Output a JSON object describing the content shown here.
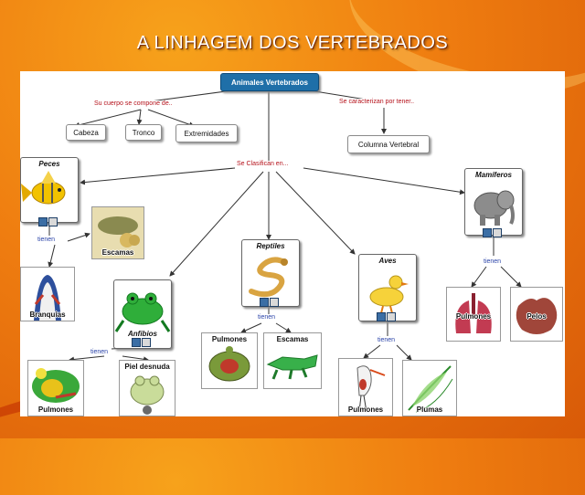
{
  "slide": {
    "title": "A LINHAGEM DOS VERTEBRADOS"
  },
  "map": {
    "root": "Animales Vertebrados",
    "links": {
      "compone": "Su cuerpo se compone de..",
      "caracterizan": "Se caracterizan por tener..",
      "clasifican": "Se Clasifican en...",
      "tienen": "tienen"
    },
    "parts": [
      "Cabeza",
      "Tronco",
      "Extremidades"
    ],
    "trait": "Columna Vertebral",
    "groups": {
      "peces": {
        "name": "Peces",
        "items": [
          "Escamas",
          "Branquias"
        ]
      },
      "anfibios": {
        "name": "Anfibios",
        "items": [
          "Pulmones",
          "Piel desnuda"
        ]
      },
      "reptiles": {
        "name": "Reptiles",
        "items": [
          "Pulmones",
          "Escamas"
        ]
      },
      "aves": {
        "name": "Aves",
        "items": [
          "Pulmones",
          "Plumas"
        ]
      },
      "mamiferos": {
        "name": "Mamíferos",
        "items": [
          "Pulmones",
          "Pelos"
        ]
      }
    }
  },
  "colors": {
    "root": "#1f6fa8",
    "link_red": "#b5121b",
    "link_blue": "#2a43a8",
    "accent": "#ef7d10"
  }
}
